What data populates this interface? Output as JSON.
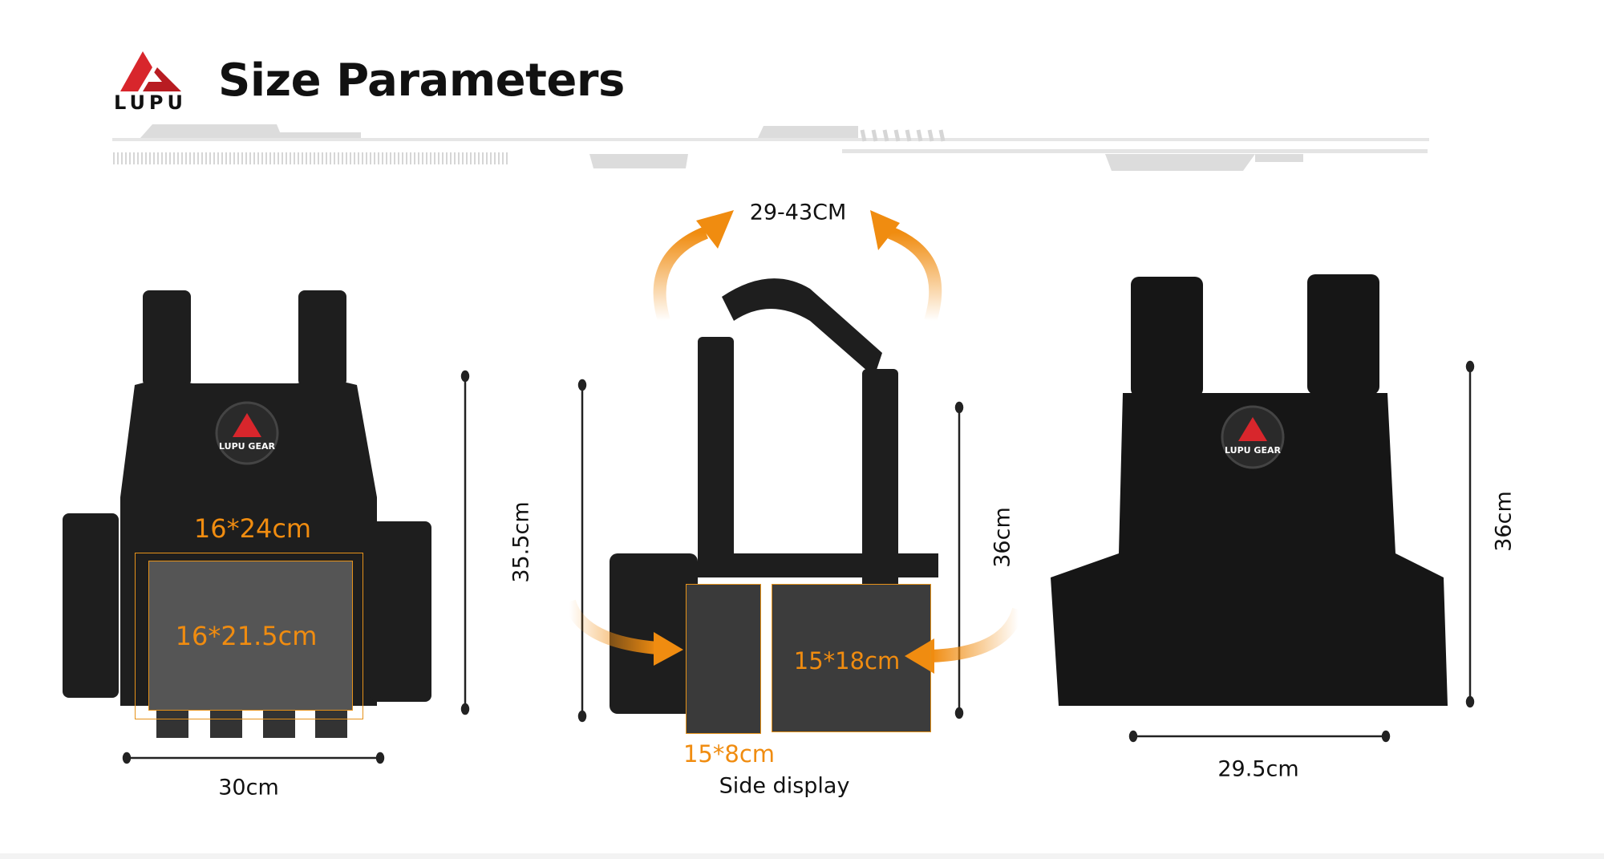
{
  "brand": {
    "logo_text": "LUPU",
    "patch_text": "LUPU GEAR"
  },
  "header": {
    "title": "Size Parameters"
  },
  "front_view": {
    "height": "35.5cm",
    "width": "30cm",
    "outer_panel": "16*24cm",
    "inner_panel": "16*21.5cm"
  },
  "side_view": {
    "adjust_range": "29-43CM",
    "height": "36cm",
    "side_panel": "15*18cm",
    "pouch": "15*8cm",
    "caption": "Side display"
  },
  "back_view": {
    "height": "36cm",
    "width": "29.5cm"
  },
  "colors": {
    "accent": "#f08c10",
    "logo_red": "#d8262c",
    "vest": "#1c1c1c"
  }
}
